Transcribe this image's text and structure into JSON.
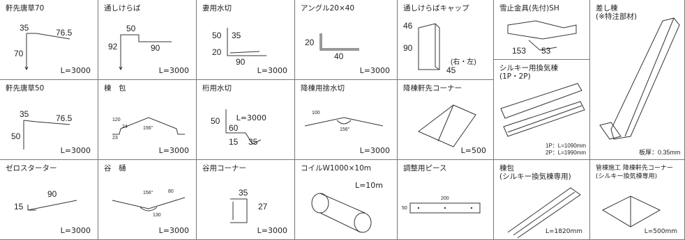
{
  "cells": [
    {
      "title": "軒先唐草70",
      "len": "L=3000",
      "dims": [
        "35",
        "76.5",
        "70"
      ]
    },
    {
      "title": "通しけらば",
      "dims": [
        "50",
        "92",
        "90"
      ],
      "len": "L=3000"
    },
    {
      "title": "妻用水切",
      "dims": [
        "50",
        "35",
        "20",
        "90"
      ],
      "len": "L=3000"
    },
    {
      "title": "アングル20×40",
      "dims": [
        "20",
        "40"
      ],
      "len": "L=3000"
    },
    {
      "title": "通しけらばキャップ",
      "dims": [
        "46",
        "90",
        "(右・左)",
        "45"
      ]
    },
    {
      "title": "雪止金具(先付)SH",
      "dims": [
        "153",
        "53"
      ]
    },
    {
      "title": "シルキー用換気棟\n(1P・2P)",
      "note1": "1P：L=1090mm",
      "note2": "2P：L=1990mm"
    },
    {
      "title": "差し棟\n(※特注部材)",
      "note": "板厚：0.35mm"
    },
    {
      "title": "軒先唐草50",
      "dims": [
        "35",
        "76.5",
        "50"
      ],
      "len": "L=3000"
    },
    {
      "title": "棟　包",
      "dims": [
        "120",
        "24",
        "156°",
        "23"
      ],
      "len": "L=3000"
    },
    {
      "title": "桁用水切",
      "dims": [
        "50",
        "60",
        "15",
        "35"
      ],
      "len": "L=3000"
    },
    {
      "title": "降棟用捨水切",
      "dims": [
        "100",
        "156°"
      ],
      "len": "L=3000"
    },
    {
      "title": "降棟軒先コーナー",
      "len": "L=500"
    },
    {
      "title": "ゼロスターター",
      "dims": [
        "90",
        "15"
      ],
      "len": "L=3000"
    },
    {
      "title": "谷　樋",
      "dims": [
        "156°",
        "80",
        "130"
      ],
      "len": "L=3000"
    },
    {
      "title": "谷用コーナー",
      "dims": [
        "35",
        "27"
      ],
      "len": "L=3000"
    },
    {
      "title": "コイルW1000×10m",
      "len": "L=10m"
    },
    {
      "title": "調整用ピース",
      "dims": [
        "200",
        "50"
      ]
    },
    {
      "title": "棟包\n(シルキー換気棟専用)",
      "len": "L=1820mm"
    },
    {
      "title": "管棟施工 降棟軒先コーナー\n(シルキー換気棟専用)",
      "len": "L=500mm"
    }
  ]
}
